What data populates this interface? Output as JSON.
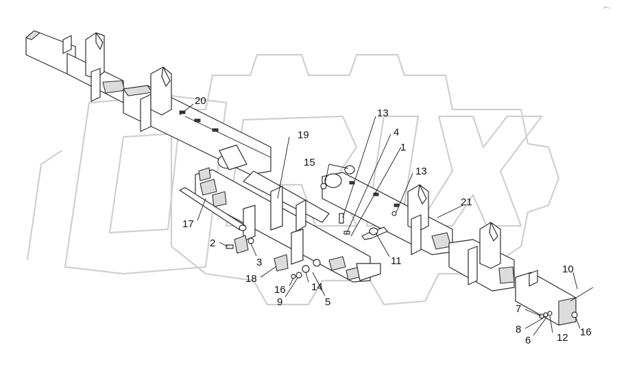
{
  "diagram": {
    "watermark": "ORIX",
    "corner_mark": "⌐-",
    "callouts": [
      {
        "id": "c20",
        "label": "20"
      },
      {
        "id": "c13a",
        "label": "13"
      },
      {
        "id": "c4",
        "label": "4"
      },
      {
        "id": "c19",
        "label": "19"
      },
      {
        "id": "c1",
        "label": "1"
      },
      {
        "id": "c15",
        "label": "15"
      },
      {
        "id": "c13b",
        "label": "13"
      },
      {
        "id": "c21",
        "label": "21"
      },
      {
        "id": "c17",
        "label": "17"
      },
      {
        "id": "c2",
        "label": "2"
      },
      {
        "id": "c3",
        "label": "3"
      },
      {
        "id": "c11",
        "label": "11"
      },
      {
        "id": "c18",
        "label": "18"
      },
      {
        "id": "c16a",
        "label": "16"
      },
      {
        "id": "c14",
        "label": "14"
      },
      {
        "id": "c9",
        "label": "9"
      },
      {
        "id": "c5",
        "label": "5"
      },
      {
        "id": "c10",
        "label": "10"
      },
      {
        "id": "c7",
        "label": "7"
      },
      {
        "id": "c8",
        "label": "8"
      },
      {
        "id": "c6",
        "label": "6"
      },
      {
        "id": "c12",
        "label": "12"
      },
      {
        "id": "c16b",
        "label": "16"
      }
    ]
  }
}
